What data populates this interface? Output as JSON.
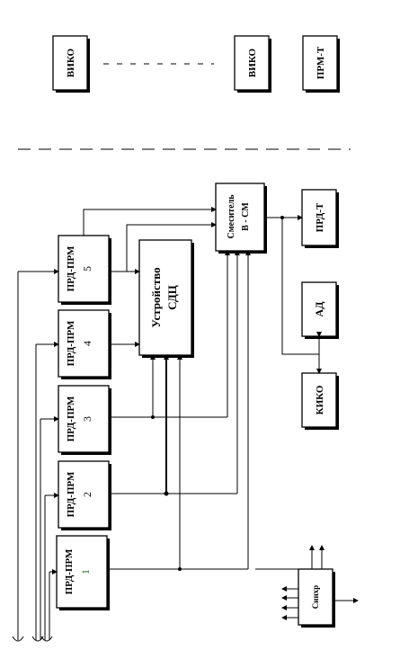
{
  "top_row": {
    "viko_left": "ВИКО",
    "viko_right": "ВИКО",
    "prm_t": "ПРМ-Т"
  },
  "transceivers": [
    {
      "label": "ПРД-ПРМ",
      "number": "1"
    },
    {
      "label": "ПРД-ПРМ",
      "number": "2"
    },
    {
      "label": "ПРД-ПРМ",
      "number": "3"
    },
    {
      "label": "ПРД-ПРМ",
      "number": "4"
    },
    {
      "label": "ПРД-ПРМ",
      "number": "5"
    }
  ],
  "sdc": {
    "line1": "Устройство",
    "line2": "СДЦ"
  },
  "mixer": {
    "line1": "Смеситель",
    "line2": "В - СМ"
  },
  "prd_t": "ПРД-Т",
  "ad": "АД",
  "kiko": "КИКО",
  "sinhr": "Синхр"
}
